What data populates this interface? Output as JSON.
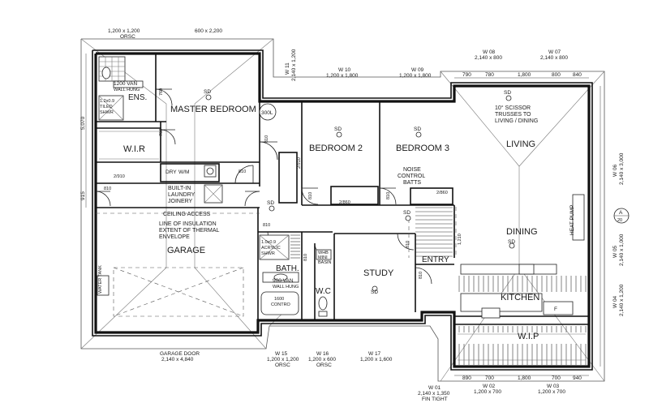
{
  "rooms": {
    "master_bedroom": "MASTER BEDROOM",
    "ensuite": "ENS.",
    "wir": "W.I.R",
    "bedroom2": "BEDROOM 2",
    "bedroom3": "BEDROOM 3",
    "living": "LIVING",
    "dining": "DINING",
    "kitchen": "KITCHEN",
    "wip": "W.I.P",
    "garage": "GARAGE",
    "bath": "BATH.",
    "wc": "W.C",
    "study": "STUDY",
    "entry": "ENTRY",
    "laundry_dry": "DRY",
    "laundry_wm": "W/M"
  },
  "notes": {
    "built_in_1": "BUILT-IN",
    "built_in_2": "LAUNDRY",
    "built_in_3": "JOINERY",
    "ceiling_access": "CEILING ACCESS",
    "insulation_1": "LINE OF INSULATION",
    "insulation_2": "EXTENT OF THERMAL",
    "insulation_3": "ENVELOPE",
    "noise_1": "NOISE",
    "noise_2": "CONTROL",
    "noise_3": "BATTS",
    "trusses_1": "10° SCISSOR",
    "trusses_2": "TRUSSES TO",
    "trusses_3": "LIVING / DINING",
    "heat_pump": "HEAT PUMP",
    "ens_van": "1200 VAN",
    "ens_van_sub": "WALL HUNG",
    "ens_shower_1": "1.2x0.9",
    "ens_shower_2": "TILED",
    "ens_shower_3": "SHWR",
    "bath_shower_1": "1.0x0.9",
    "bath_shower_2": "ACRYLIC",
    "bath_shower_3": "SHWR",
    "bath_van": "900 VAN",
    "bath_van_sub": "WALL HUNG",
    "bath_tub_1": "1600",
    "bath_tub_2": "CONTRO",
    "whb_1": "WHB",
    "whb_2": "MINI",
    "whb_3": "BASIN",
    "sd": "SD",
    "hwc": "300L",
    "f": "F",
    "section": "A",
    "section_num": "20",
    "wi_note": "WATER TANK"
  },
  "windows": {
    "w11_label": "W 11",
    "w11_size": "2,140 x 1,200",
    "w10_label": "W 10",
    "w10_size": "1,200 x 1,800",
    "w09_label": "W 09",
    "w09_size": "1,200 x 1,800",
    "w08_label": "W 08",
    "w08_size": "2,140 x 800",
    "w07_label": "W 07",
    "w07_size": "2,140 x 800",
    "top_left_1_size": "1,200 x 1,200",
    "top_left_1_type": "ORSC",
    "top_left_2_size": "600 x 2,200",
    "w06_label": "W 06",
    "w06_size": "2,140 x 3,000",
    "w05_label": "W 05",
    "w05_size": "2,140 x 1,000",
    "w04_label": "W 04",
    "w04_size": "2,140 x 1,200",
    "w15_label": "W 15",
    "w15_size": "1,200 x 1,200",
    "w15_type": "ORSC",
    "w16_label": "W 16",
    "w16_size": "1,200 x 600",
    "w16_type": "ORSC",
    "w17_label": "W 17",
    "w17_size": "1,200 x 1,600",
    "w01_label": "W 01",
    "w01_size": "2,140 x 1,350",
    "w01_type": "FIN TIGHT",
    "w02_label": "W 02",
    "w02_size": "1,200 x 700",
    "w03_label": "W 03",
    "w03_size": "1,200 x 700",
    "garage_door_label": "GARAGE DOOR",
    "garage_door_size": "2,140 x 4,840",
    "left_dim": "5,070",
    "left_dim2": "915"
  },
  "doors": {
    "d760a": "760",
    "d760b": "760",
    "d810_bed2": "810",
    "d2910": "2/910",
    "d810_bed2_b": "810",
    "d810_bed3": "810",
    "d2860a": "2/860",
    "d2860b": "2/860",
    "d810_lr": "810",
    "d2910_ldy": "2/910",
    "d810_gar": "810",
    "d810_hall": "810",
    "d810_bath": "810",
    "d810_study": "810",
    "d810_entry": "810",
    "d1210": "1,210"
  },
  "top_dims": [
    "790",
    "780",
    "1,800",
    "800",
    "840"
  ],
  "bottom_dims": [
    "890",
    "700",
    "1,800",
    "700",
    "940"
  ]
}
